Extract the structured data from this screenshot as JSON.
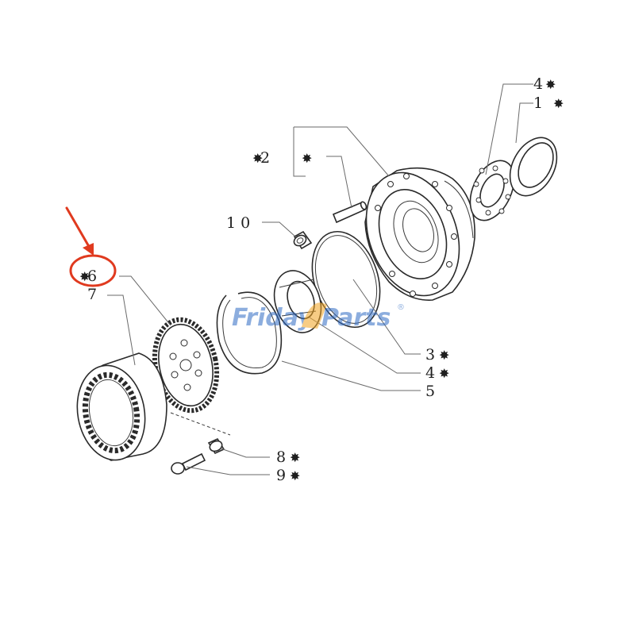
{
  "diagram": {
    "watermark": {
      "text_1": "Friday",
      "text_2": "Parts",
      "mark": "®",
      "color_primary": "#2f6bc4",
      "color_accent": "#f2a421"
    },
    "highlight_color": "#e03a1f",
    "star_glyph": "✸",
    "callouts": {
      "c1": {
        "number": "1"
      },
      "c2": {
        "number": "2"
      },
      "c3": {
        "number": "3"
      },
      "c4a": {
        "number": "4"
      },
      "c4b": {
        "number": "4"
      },
      "c5": {
        "number": "5"
      },
      "c6": {
        "number": "6"
      },
      "c7": {
        "number": "7"
      },
      "c8": {
        "number": "8"
      },
      "c9": {
        "number": "9"
      },
      "c10": {
        "number": "1 0"
      }
    }
  }
}
